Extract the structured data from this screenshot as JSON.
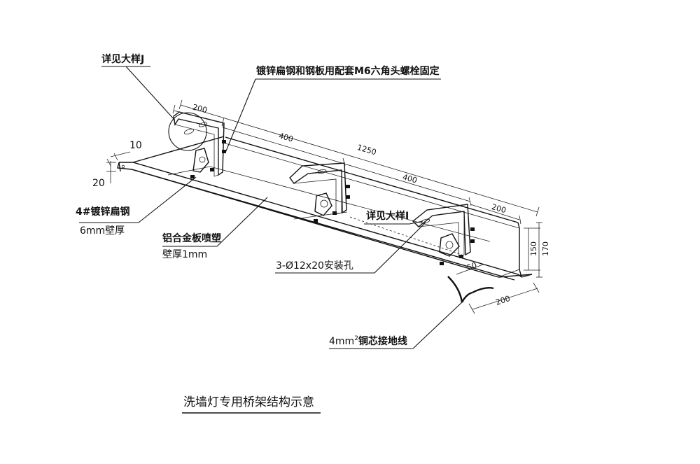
{
  "labels": {
    "detail_j": "详见大样J",
    "bolt_note": "镀锌扁钢和钢板用配套M6六角头螺栓固定",
    "flat_steel_1": "4#镀锌扁钢",
    "flat_steel_2": "6mm壁厚",
    "alu_1": "铝合金板喷塑",
    "alu_2": "壁厚1mm",
    "detail_i": "详见大样I",
    "holes": "3-Ø12x20安装孔",
    "ground_wire_a": "4mm",
    "ground_wire_sup": "2",
    "ground_wire_b": "铜芯接地线"
  },
  "dimensions": {
    "d200_top": "200",
    "d400_a": "400",
    "d1250": "1250",
    "d400_b": "400",
    "d200_right": "200",
    "d10": "10",
    "d20": "20",
    "d150": "150",
    "d170": "170",
    "d50": "50",
    "d200_bottom": "200"
  },
  "caption": "洗墙灯专用桥架结构示意"
}
